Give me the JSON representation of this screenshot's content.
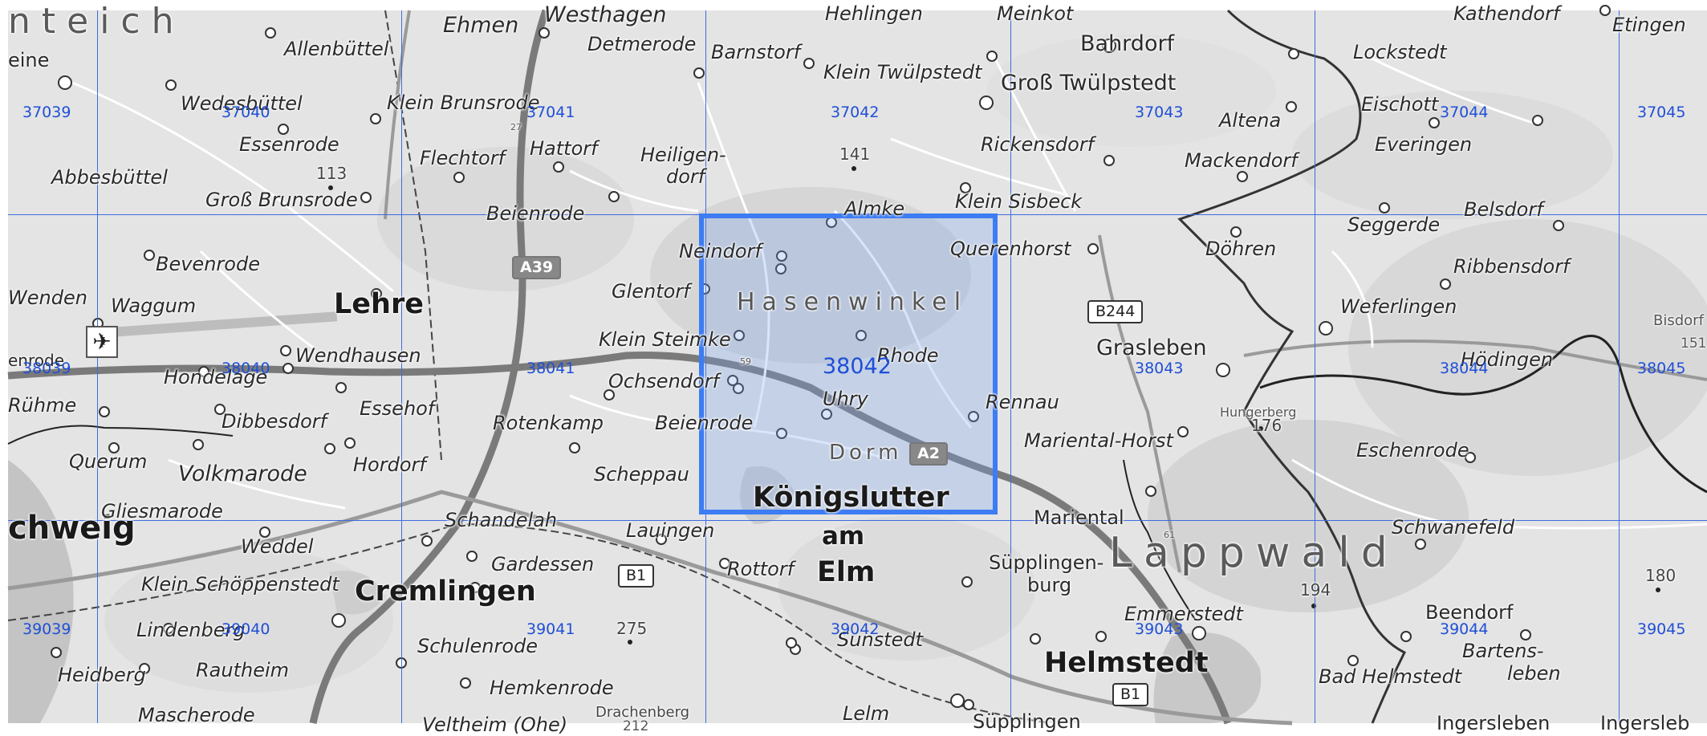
{
  "map": {
    "selected_cell": "38042",
    "grid": {
      "columns": [
        "37039",
        "37040",
        "37041",
        "37042",
        "37043",
        "37044",
        "37045"
      ],
      "rows": [
        [
          "37039",
          "37040",
          "37041",
          "37042",
          "37043",
          "37044",
          "37045"
        ],
        [
          "38039",
          "38040",
          "38041",
          "38042",
          "38043",
          "38044",
          "38045"
        ],
        [
          "39039",
          "39040",
          "39041",
          "39042",
          "39043",
          "39044",
          "39045"
        ]
      ]
    },
    "places": [
      {
        "id": "ehmen",
        "label": "Ehmen"
      },
      {
        "id": "westhagen",
        "label": "Westhagen"
      },
      {
        "id": "hehlingen",
        "label": "Hehlingen"
      },
      {
        "id": "meinkot",
        "label": "Meinkot"
      },
      {
        "id": "kathendorf",
        "label": "Kathendorf"
      },
      {
        "id": "etingen",
        "label": "Etingen"
      },
      {
        "id": "allenbuttel",
        "label": "Allenbüttel"
      },
      {
        "id": "detmerode",
        "label": "Detmerode"
      },
      {
        "id": "barnstorf",
        "label": "Barnstorf"
      },
      {
        "id": "bahrdorf",
        "label": "Bahrdorf"
      },
      {
        "id": "lockstedt",
        "label": "Lockstedt"
      },
      {
        "id": "wedesbuttel",
        "label": "Wedesbüttel"
      },
      {
        "id": "klein-brunsrode",
        "label": "Klein Brunsrode"
      },
      {
        "id": "klein-twulpstedt",
        "label": "Klein Twülpstedt"
      },
      {
        "id": "gross-twulpstedt",
        "label": "Groß Twülpstedt"
      },
      {
        "id": "altena",
        "label": "Altena"
      },
      {
        "id": "eischott",
        "label": "Eischott"
      },
      {
        "id": "essenrode",
        "label": "Essenrode"
      },
      {
        "id": "flechtorf",
        "label": "Flechtorf"
      },
      {
        "id": "hattorf",
        "label": "Hattorf"
      },
      {
        "id": "heiligendorf-1",
        "label": "Heiligen-"
      },
      {
        "id": "heiligendorf-2",
        "label": "dorf"
      },
      {
        "id": "rickensdorf",
        "label": "Rickensdorf"
      },
      {
        "id": "mackendorf",
        "label": "Mackendorf"
      },
      {
        "id": "everingen",
        "label": "Everingen"
      },
      {
        "id": "abbesbuttel",
        "label": "Abbesbüttel"
      },
      {
        "id": "gross-brunsrode",
        "label": "Groß Brunsrode"
      },
      {
        "id": "beienrode-n",
        "label": "Beienrode"
      },
      {
        "id": "almke",
        "label": "Almke"
      },
      {
        "id": "klein-sisbeck",
        "label": "Klein Sisbeck"
      },
      {
        "id": "seggerde",
        "label": "Seggerde"
      },
      {
        "id": "belsdorf",
        "label": "Belsdorf"
      },
      {
        "id": "bevenrode",
        "label": "Bevenrode"
      },
      {
        "id": "neindorf",
        "label": "Neindorf"
      },
      {
        "id": "querenhorst",
        "label": "Querenhorst"
      },
      {
        "id": "dohren",
        "label": "Döhren"
      },
      {
        "id": "ribbensdorf",
        "label": "Ribbensdorf"
      },
      {
        "id": "wenden",
        "label": "Wenden"
      },
      {
        "id": "waggum",
        "label": "Waggum"
      },
      {
        "id": "glentorf",
        "label": "Glentorf"
      },
      {
        "id": "weferlingen",
        "label": "Weferlingen"
      },
      {
        "id": "bisdorf",
        "label": "Bisdorf"
      },
      {
        "id": "klein-steimke",
        "label": "Klein Steimke"
      },
      {
        "id": "wendhausen",
        "label": "Wendhausen"
      },
      {
        "id": "rhode",
        "label": "Rhode"
      },
      {
        "id": "grasleben",
        "label": "Grasleben"
      },
      {
        "id": "hoedingen",
        "label": "Hödingen"
      },
      {
        "id": "honduage",
        "label": "Hondelage"
      },
      {
        "id": "ochsendorf",
        "label": "Ochsendorf"
      },
      {
        "id": "uhry",
        "label": "Uhry"
      },
      {
        "id": "hungerberg",
        "label": "Hungerberg"
      },
      {
        "id": "ruhme",
        "label": "Rühme"
      },
      {
        "id": "essehof",
        "label": "Essehof"
      },
      {
        "id": "dibbesdorf",
        "label": "Dibbesdorf"
      },
      {
        "id": "rotenkamp",
        "label": "Rotenkamp"
      },
      {
        "id": "beienrode-s",
        "label": "Beienrode"
      },
      {
        "id": "rennau",
        "label": "Rennau"
      },
      {
        "id": "mariental-horst",
        "label": "Mariental-Horst"
      },
      {
        "id": "eschenrode",
        "label": "Eschenrode"
      },
      {
        "id": "querum",
        "label": "Querum"
      },
      {
        "id": "hordorf",
        "label": "Hordorf"
      },
      {
        "id": "volkmarode",
        "label": "Volkmarode"
      },
      {
        "id": "scheppau",
        "label": "Scheppau"
      },
      {
        "id": "gliesmarode",
        "label": "Gliesmarode"
      },
      {
        "id": "schandelah",
        "label": "Schandelah"
      },
      {
        "id": "lauingen",
        "label": "Lauingen"
      },
      {
        "id": "mariental",
        "label": "Mariental"
      },
      {
        "id": "schwanefeld",
        "label": "Schwanefeld"
      },
      {
        "id": "weddel",
        "label": "Weddel"
      },
      {
        "id": "gardessen",
        "label": "Gardessen"
      },
      {
        "id": "rottorf",
        "label": "Rottorf"
      },
      {
        "id": "supplingenburg-1",
        "label": "Süpplingen-"
      },
      {
        "id": "supplingenburg-2",
        "label": "burg"
      },
      {
        "id": "klein-schoppenstedt",
        "label": "Klein Schöppenstedt"
      },
      {
        "id": "emmerstedt",
        "label": "Emmerstedt"
      },
      {
        "id": "beendorf",
        "label": "Beendorf"
      },
      {
        "id": "lindenberg",
        "label": "Lindenberg"
      },
      {
        "id": "schulenrode",
        "label": "Schulenrode"
      },
      {
        "id": "sunstedt",
        "label": "Sunstedt"
      },
      {
        "id": "bartensleben-1",
        "label": "Bartens-"
      },
      {
        "id": "bartensleben-2",
        "label": "leben"
      },
      {
        "id": "heidberg",
        "label": "Heidberg"
      },
      {
        "id": "rautheim",
        "label": "Rautheim"
      },
      {
        "id": "hemkenrode",
        "label": "Hemkenrode"
      },
      {
        "id": "bad-helmstedt",
        "label": "Bad Helmstedt"
      },
      {
        "id": "mascherode",
        "label": "Mascherode"
      },
      {
        "id": "drachenberg",
        "label": "Drachenberg"
      },
      {
        "id": "veltheim",
        "label": "Veltheim (Ohe)"
      },
      {
        "id": "lelm",
        "label": "Lelm"
      },
      {
        "id": "supplingen",
        "label": "Süpplingen"
      },
      {
        "id": "ingersleben-1",
        "label": "Ingersleben"
      },
      {
        "id": "ingersleben-2",
        "label": "Ingersleb"
      }
    ],
    "cities": [
      {
        "id": "lehre",
        "label": "Lehre"
      },
      {
        "id": "braunschweig",
        "label": "chweig"
      },
      {
        "id": "cremlingen",
        "label": "Cremlingen"
      },
      {
        "id": "konigslutter",
        "label": "Königslutter"
      },
      {
        "id": "am",
        "label": "am"
      },
      {
        "id": "elm",
        "label": "Elm"
      },
      {
        "id": "helmstedt",
        "label": "Helmstedt"
      }
    ],
    "regions": [
      {
        "id": "hasenwinkel",
        "label": "Hasenwinkel"
      },
      {
        "id": "dorm",
        "label": "Dorm"
      },
      {
        "id": "lappwald",
        "label": "Lappwald"
      },
      {
        "id": "nteich",
        "label": "nteich"
      }
    ],
    "elevations": [
      "113",
      "141",
      "176",
      "194",
      "275",
      "180",
      "151",
      "212"
    ],
    "small_labels": [
      "eine",
      "enrode",
      "27",
      "59",
      "61"
    ],
    "roads": [
      {
        "id": "a39",
        "label": "A39",
        "type": "motorway"
      },
      {
        "id": "a2",
        "label": "A2",
        "type": "motorway"
      },
      {
        "id": "b244",
        "label": "B244",
        "type": "federal"
      },
      {
        "id": "b1-west",
        "label": "B1",
        "type": "federal"
      },
      {
        "id": "b1-east",
        "label": "B1",
        "type": "federal"
      }
    ],
    "airport_icon": "airplane-icon"
  }
}
